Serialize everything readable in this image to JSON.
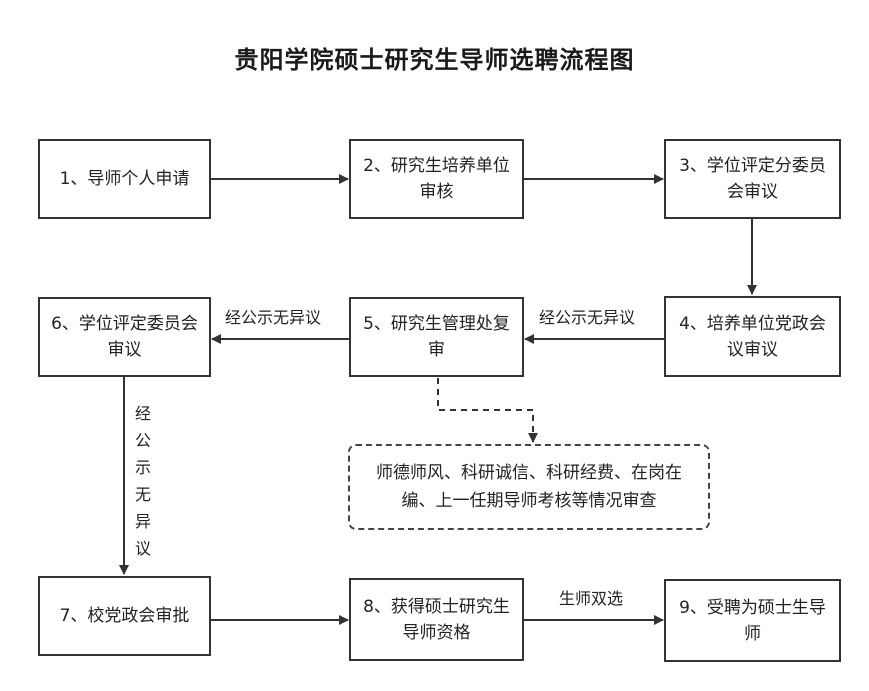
{
  "title": "贵阳学院硕士研究生导师选聘流程图",
  "steps": [
    {
      "label": "1、导师个人申请"
    },
    {
      "label": "2、研究生培养单位审核"
    },
    {
      "label": "3、学位评定分委员会审议"
    },
    {
      "label": "4、培养单位党政会议审议"
    },
    {
      "label": "5、研究生管理处复审"
    },
    {
      "label": "6、学位评定委员会审议"
    },
    {
      "label": "7、校党政会审批"
    },
    {
      "label": "8、获得硕士研究生导师资格"
    },
    {
      "label": "9、受聘为硕士生导师"
    }
  ],
  "note": "师德师风、科研诚信、科研经费、在岗在编、上一任期导师考核等情况审查",
  "edge_labels": {
    "e4_5": "经公示无异议",
    "e5_6": "经公示无异议",
    "e6_7": "经公示无异议",
    "e8_9": "生师双选"
  }
}
